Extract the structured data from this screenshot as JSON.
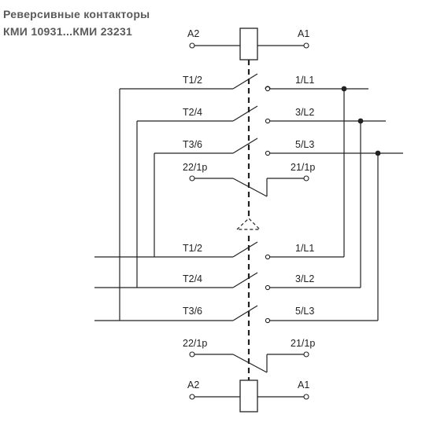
{
  "title": {
    "line1": "Реверсивные  контакторы",
    "line2": "КМИ 10931...КМИ 23231"
  },
  "coil_top": {
    "left": "A2",
    "right": "A1"
  },
  "coil_bottom": {
    "left": "A2",
    "right": "A1"
  },
  "contacts_top": [
    {
      "left": "T1/2",
      "right": "1/L1"
    },
    {
      "left": "T2/4",
      "right": "3/L2"
    },
    {
      "left": "T3/6",
      "right": "5/L3"
    },
    {
      "left": "22/1p",
      "right": "21/1p"
    }
  ],
  "contacts_bottom": [
    {
      "left": "T1/2",
      "right": "1/L1"
    },
    {
      "left": "T2/4",
      "right": "3/L2"
    },
    {
      "left": "T3/6",
      "right": "5/L3"
    },
    {
      "left": "22/1p",
      "right": "21/1p"
    }
  ]
}
